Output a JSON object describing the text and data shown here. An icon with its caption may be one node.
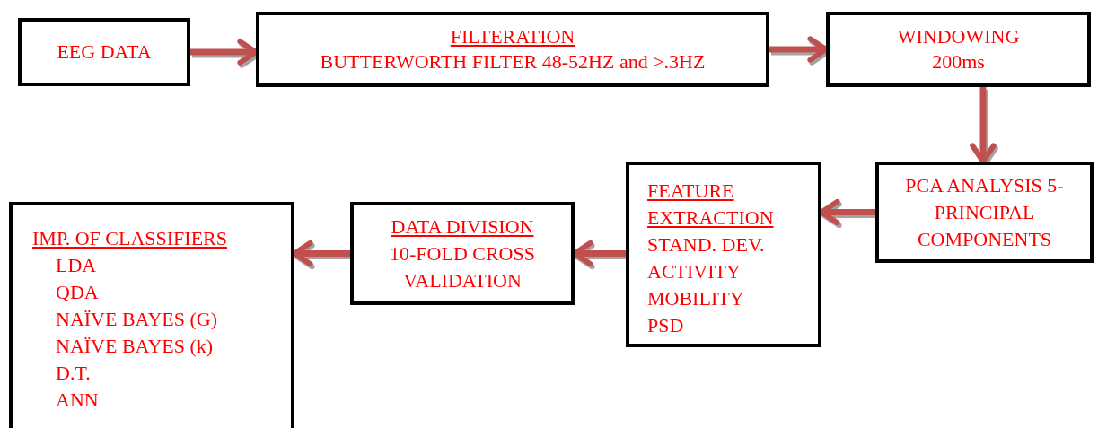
{
  "diagram": {
    "nodes": [
      {
        "text": [
          "EEG DATA"
        ]
      },
      {
        "text": [
          "FILTERATION",
          "BUTTERWORTH FILTER 48-52HZ and >.3HZ"
        ]
      },
      {
        "text": [
          "WINDOWING",
          "200ms"
        ]
      },
      {
        "text": [
          "PCA ANALYSIS 5-PRINCIPAL COMPONENTS"
        ]
      },
      {
        "text": [
          "FEATURE EXTRACTION",
          "STAND. DEV.",
          "ACTIVITY",
          "MOBILITY",
          "PSD"
        ]
      },
      {
        "text": [
          "DATA DIVISION",
          "10-FOLD CROSS VALIDATION"
        ]
      },
      {
        "text": [
          "IMP. OF CLASSIFIERS",
          "LDA",
          "QDA",
          "NAÏVE BAYES (G)",
          "NAÏVE BAYES (k)",
          "D.T.",
          "ANN"
        ]
      }
    ],
    "edges": [
      {
        "from": 0,
        "to": 1,
        "arrow": "to"
      },
      {
        "from": 1,
        "to": 2,
        "arrow": "to"
      },
      {
        "from": 2,
        "to": 3,
        "arrow": "to"
      },
      {
        "from": 3,
        "to": 4,
        "arrow": "to"
      },
      {
        "from": 4,
        "to": 5,
        "arrow": "to"
      },
      {
        "from": 5,
        "to": 6,
        "arrow": "to"
      }
    ]
  }
}
